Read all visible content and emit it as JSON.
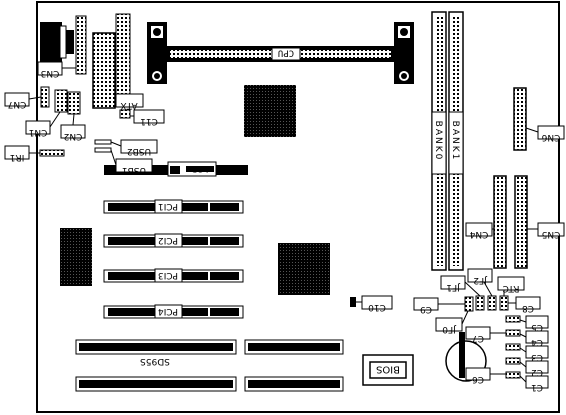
{
  "labels": {
    "cpu": "CPU",
    "atx": "ATX",
    "agp": "AGP",
    "pci1": "PCI1",
    "pci2": "PCI2",
    "pci3": "PCI3",
    "pci4": "PCI4",
    "bank0": "BANK0",
    "bank1": "BANK1",
    "bios": "BIOS",
    "chip_text": "SD95S",
    "cn1": "CN1",
    "cn2": "CN2",
    "cn3": "CN3",
    "cn4": "CN4",
    "cn5": "CN5",
    "cn6": "CN6",
    "cn7": "CN7",
    "ir1": "IR1",
    "usb1": "USB1",
    "usb2": "USB2",
    "c11": "C11",
    "c10": "C10",
    "c9": "C9",
    "c8": "C8",
    "c7": "C7",
    "c6": "C6",
    "c5": "C5",
    "c4": "C4",
    "c3": "C3",
    "c2": "C2",
    "c1": "C1",
    "jf0": "JF0",
    "jf1": "JF1",
    "jf2": "JF2",
    "rtc": "RTC"
  },
  "colors": {
    "ink": "#000000",
    "paper": "#ffffff"
  }
}
